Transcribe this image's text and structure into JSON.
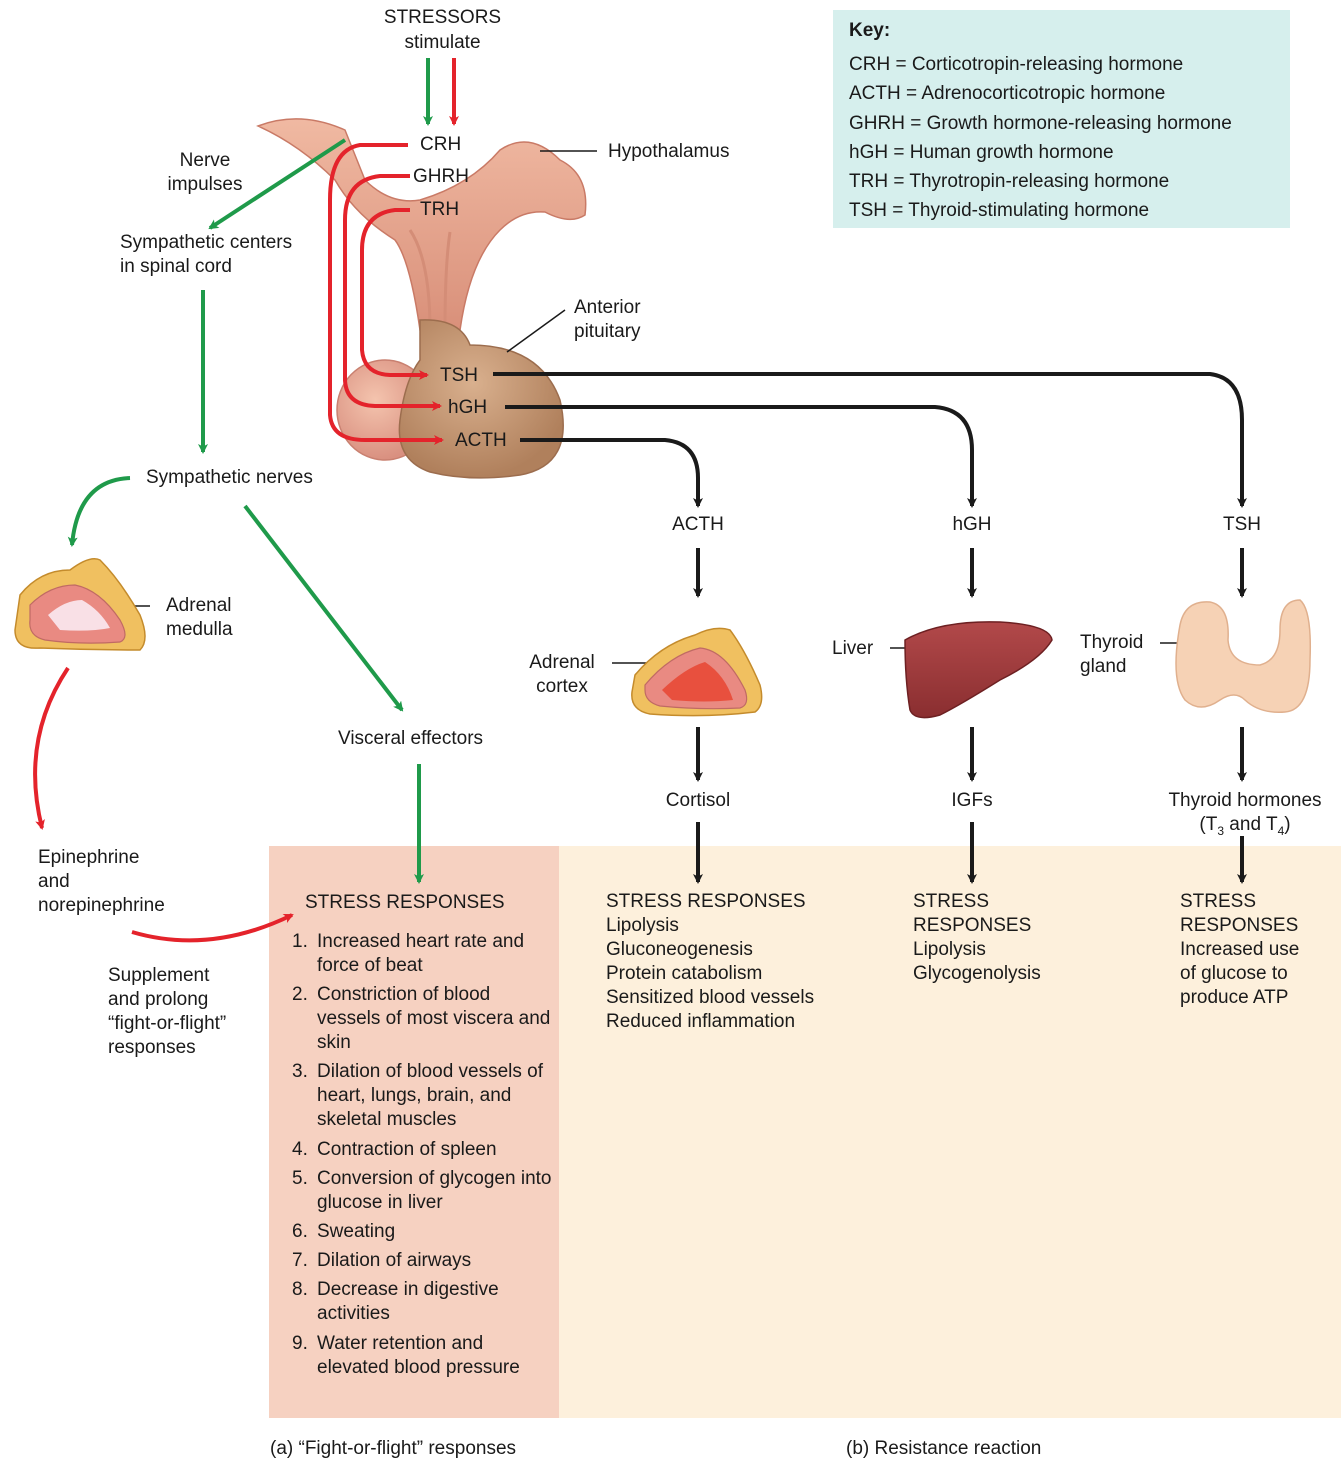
{
  "stressors": {
    "line1": "STRESSORS",
    "line2": "stimulate"
  },
  "key": {
    "title": "Key:",
    "items": [
      "CRH = Corticotropin-releasing hormone",
      "ACTH = Adrenocorticotropic hormone",
      "GHRH = Growth hormone-releasing hormone",
      "hGH = Human growth hormone",
      "TRH = Thyrotropin-releasing hormone",
      "TSH = Thyroid-stimulating hormone"
    ]
  },
  "hypothalamus": {
    "label": "Hypothalamus",
    "crh": "CRH",
    "ghrh": "GHRH",
    "trh": "TRH"
  },
  "pituitary": {
    "label1": "Anterior",
    "label2": "pituitary",
    "tsh": "TSH",
    "hgh": "hGH",
    "acth": "ACTH"
  },
  "nerve": {
    "impulses1": "Nerve",
    "impulses2": "impulses",
    "centers1": "Sympathetic centers",
    "centers2": "in spinal cord",
    "nerves": "Sympathetic nerves",
    "medulla1": "Adrenal",
    "medulla2": "medulla",
    "visceral": "Visceral effectors",
    "epi1": "Epinephrine",
    "epi2": "and",
    "epi3": "norepinephrine",
    "supp1": "Supplement",
    "supp2": "and prolong",
    "supp3": "“fight-or-flight”",
    "supp4": "responses"
  },
  "resistance": {
    "acth": "ACTH",
    "hgh": "hGH",
    "tsh": "TSH",
    "cortex1": "Adrenal",
    "cortex2": "cortex",
    "liver": "Liver",
    "thyroid1": "Thyroid",
    "thyroid2": "gland",
    "cortisol": "Cortisol",
    "igfs": "IGFs",
    "thyroidhormones1": "Thyroid hormones",
    "thyroidhormones2": "(T",
    "t3sub": "3",
    "and": " and T",
    "t4sub": "4",
    "close": ")"
  },
  "stress_a": {
    "title": "STRESS RESPONSES",
    "items": [
      {
        "n": "1.",
        "text": "Increased heart rate and force of beat"
      },
      {
        "n": "2.",
        "text": "Constriction of blood vessels of most viscera and skin"
      },
      {
        "n": "3.",
        "text": "Dilation of blood vessels of heart, lungs, brain, and skeletal muscles"
      },
      {
        "n": "4.",
        "text": "Contraction of spleen"
      },
      {
        "n": "5.",
        "text": "Conversion of glycogen into glucose in liver"
      },
      {
        "n": "6.",
        "text": "Sweating"
      },
      {
        "n": "7.",
        "text": "Dilation of airways"
      },
      {
        "n": "8.",
        "text": "Decrease in digestive activities"
      },
      {
        "n": "9.",
        "text": "Water retention and elevated blood pressure"
      }
    ]
  },
  "stress_cortisol": [
    "STRESS RESPONSES",
    "Lipolysis",
    "Gluconeogenesis",
    "Protein catabolism",
    "Sensitized blood vessels",
    "Reduced inflammation"
  ],
  "stress_igf": [
    "STRESS",
    "RESPONSES",
    "Lipolysis",
    "Glycogenolysis"
  ],
  "stress_thyroid": [
    "STRESS",
    "RESPONSES",
    "Increased use",
    "of glucose to",
    "produce ATP"
  ],
  "captions": {
    "a": "(a) “Fight-or-flight” responses",
    "b": "(b) Resistance reaction"
  },
  "colors": {
    "green": "#1f9a4a",
    "red": "#e4232b",
    "black": "#1a1a1a",
    "panel_a": "#f6d1c1",
    "panel_b": "#fdf0dc",
    "key_bg": "#d6efed"
  }
}
